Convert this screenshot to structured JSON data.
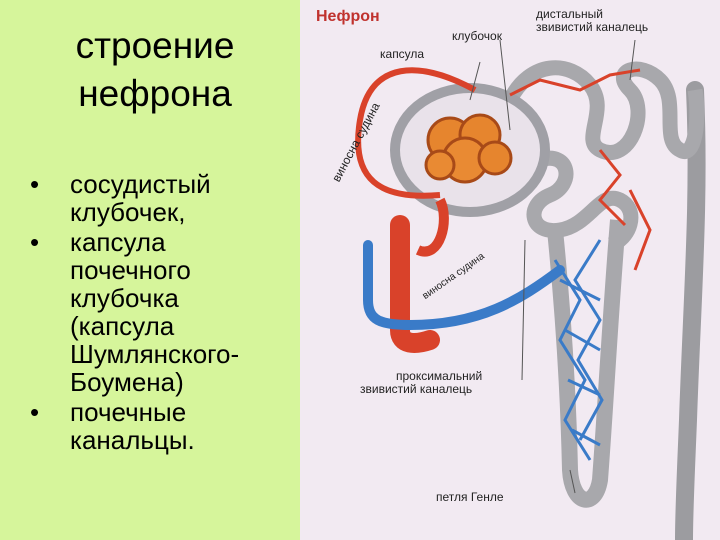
{
  "slide": {
    "title_lines": [
      "строение",
      "нефрона"
    ],
    "bullets": [
      {
        "lines": [
          "сосудистый",
          "клубочек,"
        ]
      },
      {
        "lines": [
          "капсула",
          "почечного",
          "клубочка",
          "(капсула",
          "Шумлянского-",
          "Боумена)"
        ]
      },
      {
        "lines": [
          "почечные",
          "канальцы."
        ]
      }
    ]
  },
  "figure": {
    "title": "Нефрон",
    "labels": {
      "distal_line1": "дистальный",
      "distal_line2": "звивистий каналець",
      "glomerulus": "клубочок",
      "capsule": "капсула",
      "afferent": "виносна судина",
      "efferent": "виносна судина",
      "proximal_line1": "проксимальний",
      "proximal_line2": "звивистий каналець",
      "loop": "петля Генле"
    },
    "colors": {
      "background": "#f2eaf2",
      "artery": "#d9422a",
      "vein": "#3a7bc8",
      "tubule": "#a8a8ac",
      "glomerulus": "#e6852e"
    }
  }
}
